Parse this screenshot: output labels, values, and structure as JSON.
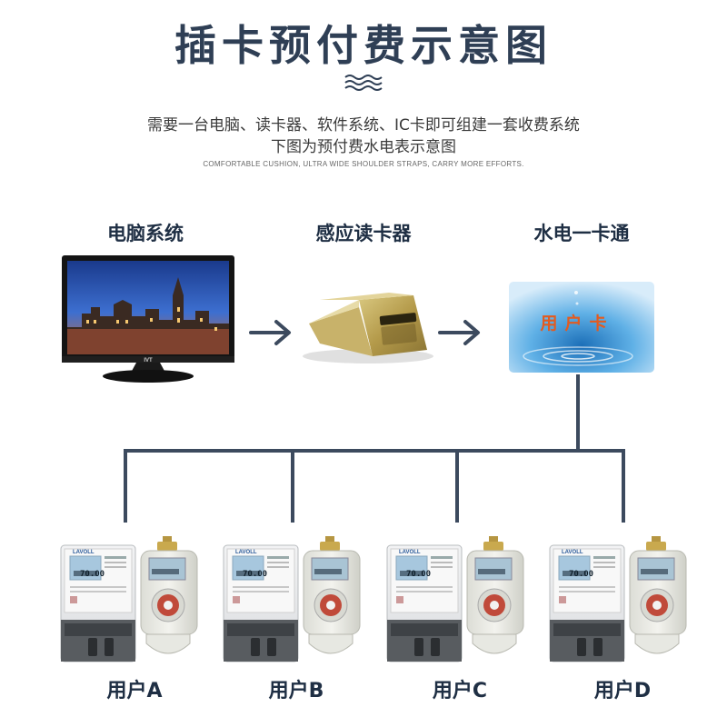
{
  "header": {
    "title": "插卡预付费示意图",
    "line1": "需要一台电脑、读卡器、软件系统、IC卡即可组建一套收费系统",
    "line2": "下图为预付费水电表示意图",
    "tagline": "COMFORTABLE CUSHION, ULTRA WIDE SHOULDER STRAPS, CARRY MORE EFFORTS."
  },
  "system": {
    "computer_label": "电脑系统",
    "reader_label": "感应读卡器",
    "card_label": "水电一卡通",
    "card_text": "用户卡",
    "monitor_brand": "IVT"
  },
  "users": [
    {
      "label": "用户A",
      "display": "70.00",
      "brand": "LAVOLL"
    },
    {
      "label": "用户B",
      "display": "70.00",
      "brand": "LAVOLL"
    },
    {
      "label": "用户C",
      "display": "70.00",
      "brand": "LAVOLL"
    },
    {
      "label": "用户D",
      "display": "70.00",
      "brand": "LAVOLL"
    }
  ],
  "colors": {
    "line": "#3c4a5e",
    "arrow": "#3c4a5e",
    "card_text": "#e25b20",
    "title": "#2f3f55"
  }
}
